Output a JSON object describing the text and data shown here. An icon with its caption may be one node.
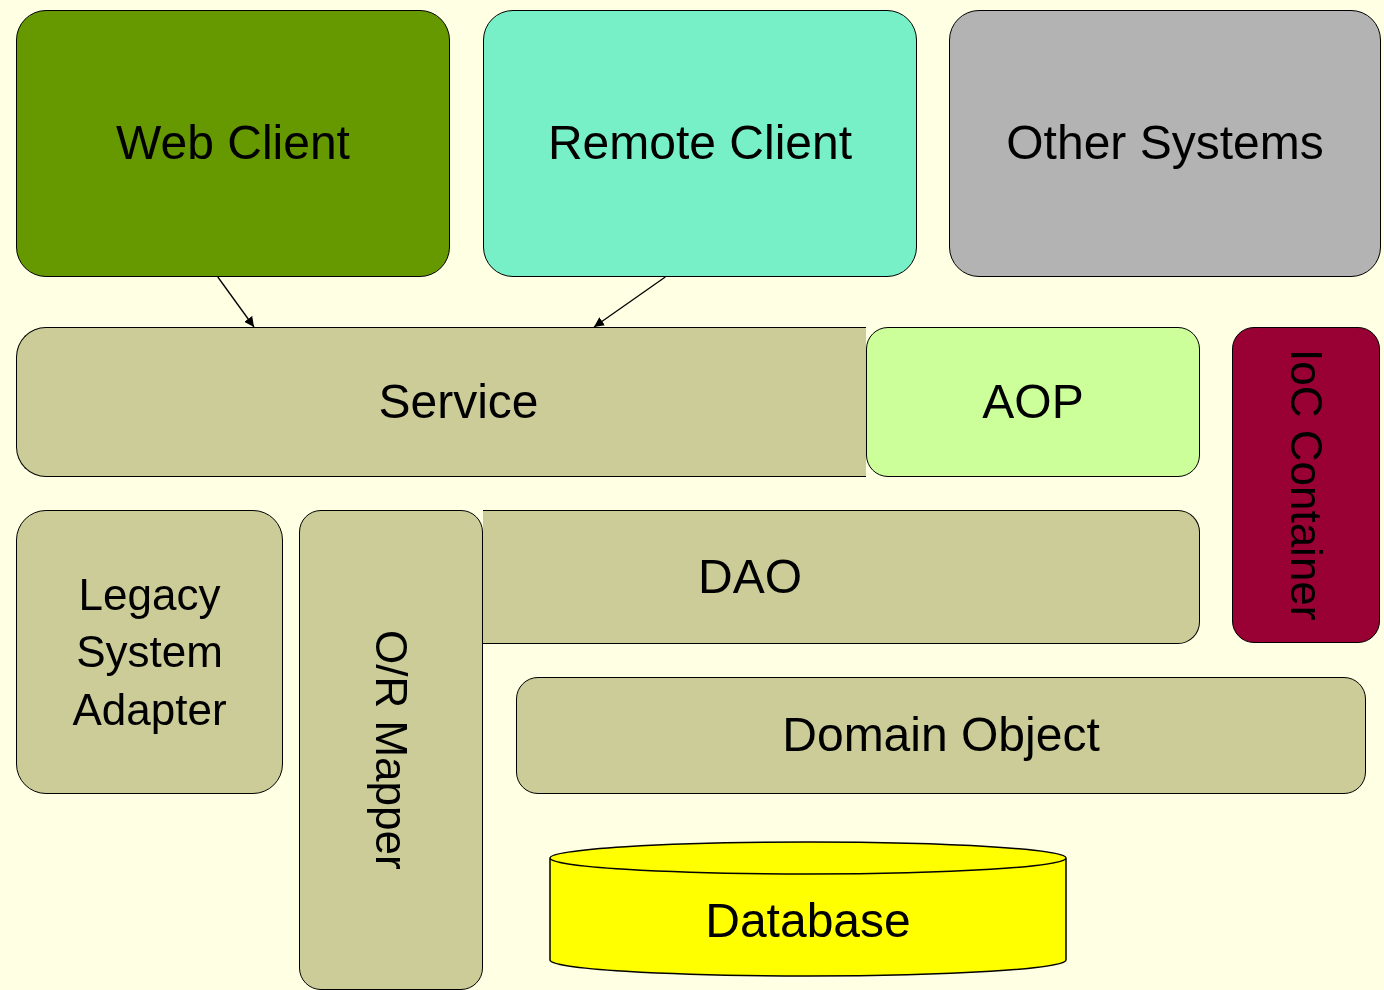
{
  "diagram": {
    "nodes": [
      {
        "text": [
          "Web Client"
        ]
      },
      {
        "text": [
          "Remote Client"
        ]
      },
      {
        "text": [
          "Other Systems"
        ]
      },
      {
        "text": [
          "Service"
        ]
      },
      {
        "text": [
          "AOP"
        ]
      },
      {
        "text": [
          "IoC Container"
        ]
      },
      {
        "text": [
          "Legacy System Adapter"
        ]
      },
      {
        "text": [
          "O/R Mapper"
        ]
      },
      {
        "text": [
          "DAO"
        ]
      },
      {
        "text": [
          "Domain Object"
        ]
      },
      {
        "text": [
          "Database"
        ]
      }
    ],
    "edges": [
      {
        "from": 0,
        "to": 3,
        "arrow": "to"
      },
      {
        "from": 1,
        "to": 3,
        "arrow": "to"
      }
    ]
  }
}
